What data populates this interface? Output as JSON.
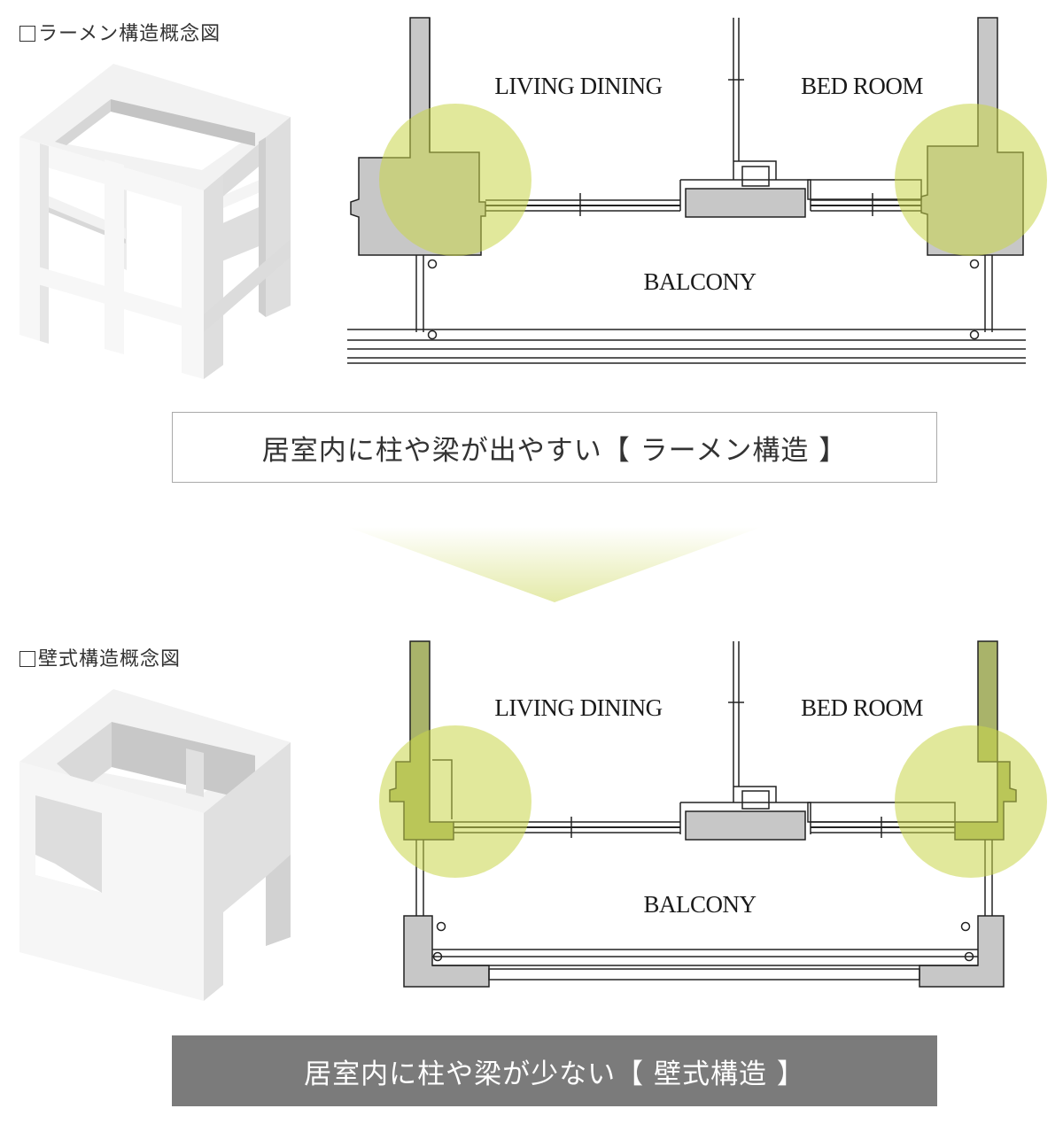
{
  "rahmen": {
    "heading": "ラーメン構造概念図",
    "rooms": {
      "living": "LIVING DINING",
      "bed": "BED ROOM",
      "balcony": "BALCONY"
    },
    "caption": "居室内に柱や梁が出やすい【 ラーメン構造 】"
  },
  "wall": {
    "heading": "壁式構造概念図",
    "rooms": {
      "living": "LIVING DINING",
      "bed": "BED ROOM",
      "balcony": "BALCONY"
    },
    "caption": "居室内に柱や梁が少ない【 壁式構造 】"
  },
  "colors": {
    "highlight": "#d8e27e",
    "wall_fill": "#c8c8c8",
    "dark_caption": "#7b7b7b"
  }
}
